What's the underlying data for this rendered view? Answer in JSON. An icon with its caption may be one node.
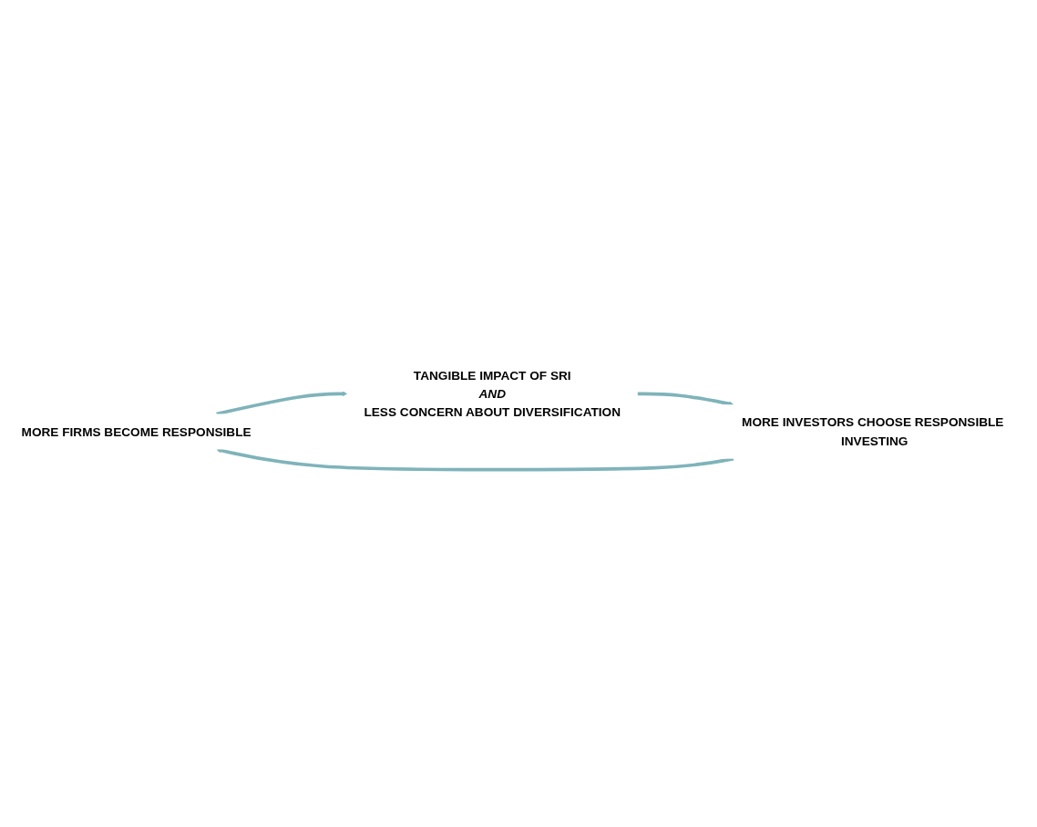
{
  "diagram": {
    "nodes": [
      {
        "text": [
          "MORE FIRMS BECOME RESPONSIBLE"
        ]
      },
      {
        "text": [
          "TANGIBLE IMPACT OF SRI *AND* LESS CONCERN ABOUT DIVERSIFICATION"
        ]
      },
      {
        "text": [
          "MORE INVESTORS CHOOSE RESPONSIBLE INVESTING"
        ]
      }
    ],
    "edges": [
      {
        "from": 0,
        "to": 1,
        "arrow": "to"
      },
      {
        "from": 1,
        "to": 2,
        "arrow": "to"
      },
      {
        "from": 2,
        "to": 0,
        "arrow": "to"
      }
    ]
  }
}
